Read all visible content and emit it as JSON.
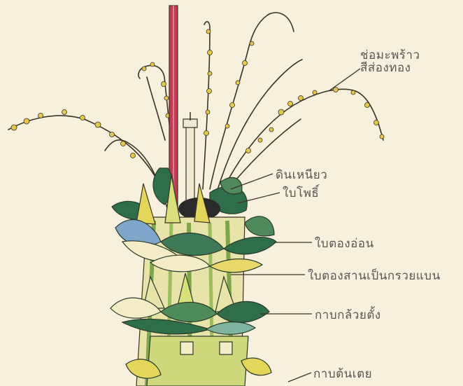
{
  "illustration": {
    "palette": {
      "paper": "#f6f0dd",
      "ink": "#3a3326",
      "stem_red": "#c23a55",
      "leaf_dark": "#2f6e4a",
      "leaf_mid": "#4f8a5a",
      "leaf_teal": "#7fb3a0",
      "blue_leaf": "#7fa6c9",
      "yellow": "#e8d86a",
      "cream": "#f3ecc6",
      "dark_core": "#2a2a2a"
    },
    "annotations": [
      {
        "id": "a1",
        "text": "ช่อมะพร้าว\nสีส่องทอง"
      },
      {
        "id": "a2",
        "text": "ดินเหนียว"
      },
      {
        "id": "a3",
        "text": "ใบโพธิ์"
      },
      {
        "id": "a4",
        "text": "ใบตองอ่อน"
      },
      {
        "id": "a5",
        "text": "ใบตองสานเป็นกรวยแบน"
      },
      {
        "id": "a6",
        "text": "กาบกล้วยตั้ง"
      },
      {
        "id": "a7",
        "text": "กาบต้นเตย"
      }
    ]
  }
}
